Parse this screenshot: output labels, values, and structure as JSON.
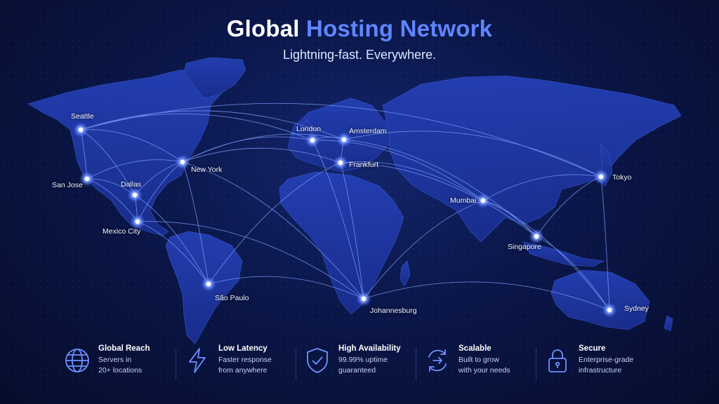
{
  "header": {
    "title_main": "Global",
    "title_accent": "Hosting Network",
    "subtitle": "Lightning-fast. Everywhere."
  },
  "cities": [
    {
      "name": "Seattle"
    },
    {
      "name": "San Jose"
    },
    {
      "name": "Dallas"
    },
    {
      "name": "Mexico City"
    },
    {
      "name": "New York"
    },
    {
      "name": "London"
    },
    {
      "name": "Amsterdam"
    },
    {
      "name": "Frankfurt"
    },
    {
      "name": "Mumbai"
    },
    {
      "name": "Singapore"
    },
    {
      "name": "Tokyo"
    },
    {
      "name": "Sydney"
    },
    {
      "name": "São Paulo"
    },
    {
      "name": "Johannesburg"
    }
  ],
  "features": [
    {
      "icon": "globe-icon",
      "title": "Global Reach",
      "line1": "Servers in",
      "line2": "20+ locations"
    },
    {
      "icon": "lightning-icon",
      "title": "Low Latency",
      "line1": "Faster response",
      "line2": "from anywhere"
    },
    {
      "icon": "shield-check-icon",
      "title": "High Availability",
      "line1": "99.99% uptime",
      "line2": "guaranteed"
    },
    {
      "icon": "scale-arrows-icon",
      "title": "Scalable",
      "line1": "Built to grow",
      "line2": "with your needs"
    },
    {
      "icon": "lock-icon",
      "title": "Secure",
      "line1": "Enterprise-grade",
      "line2": "infrastructure"
    }
  ],
  "colors": {
    "accent": "#5f86ff",
    "background": "#071033",
    "land": "#1d35a0",
    "node": "#9fc0ff"
  }
}
